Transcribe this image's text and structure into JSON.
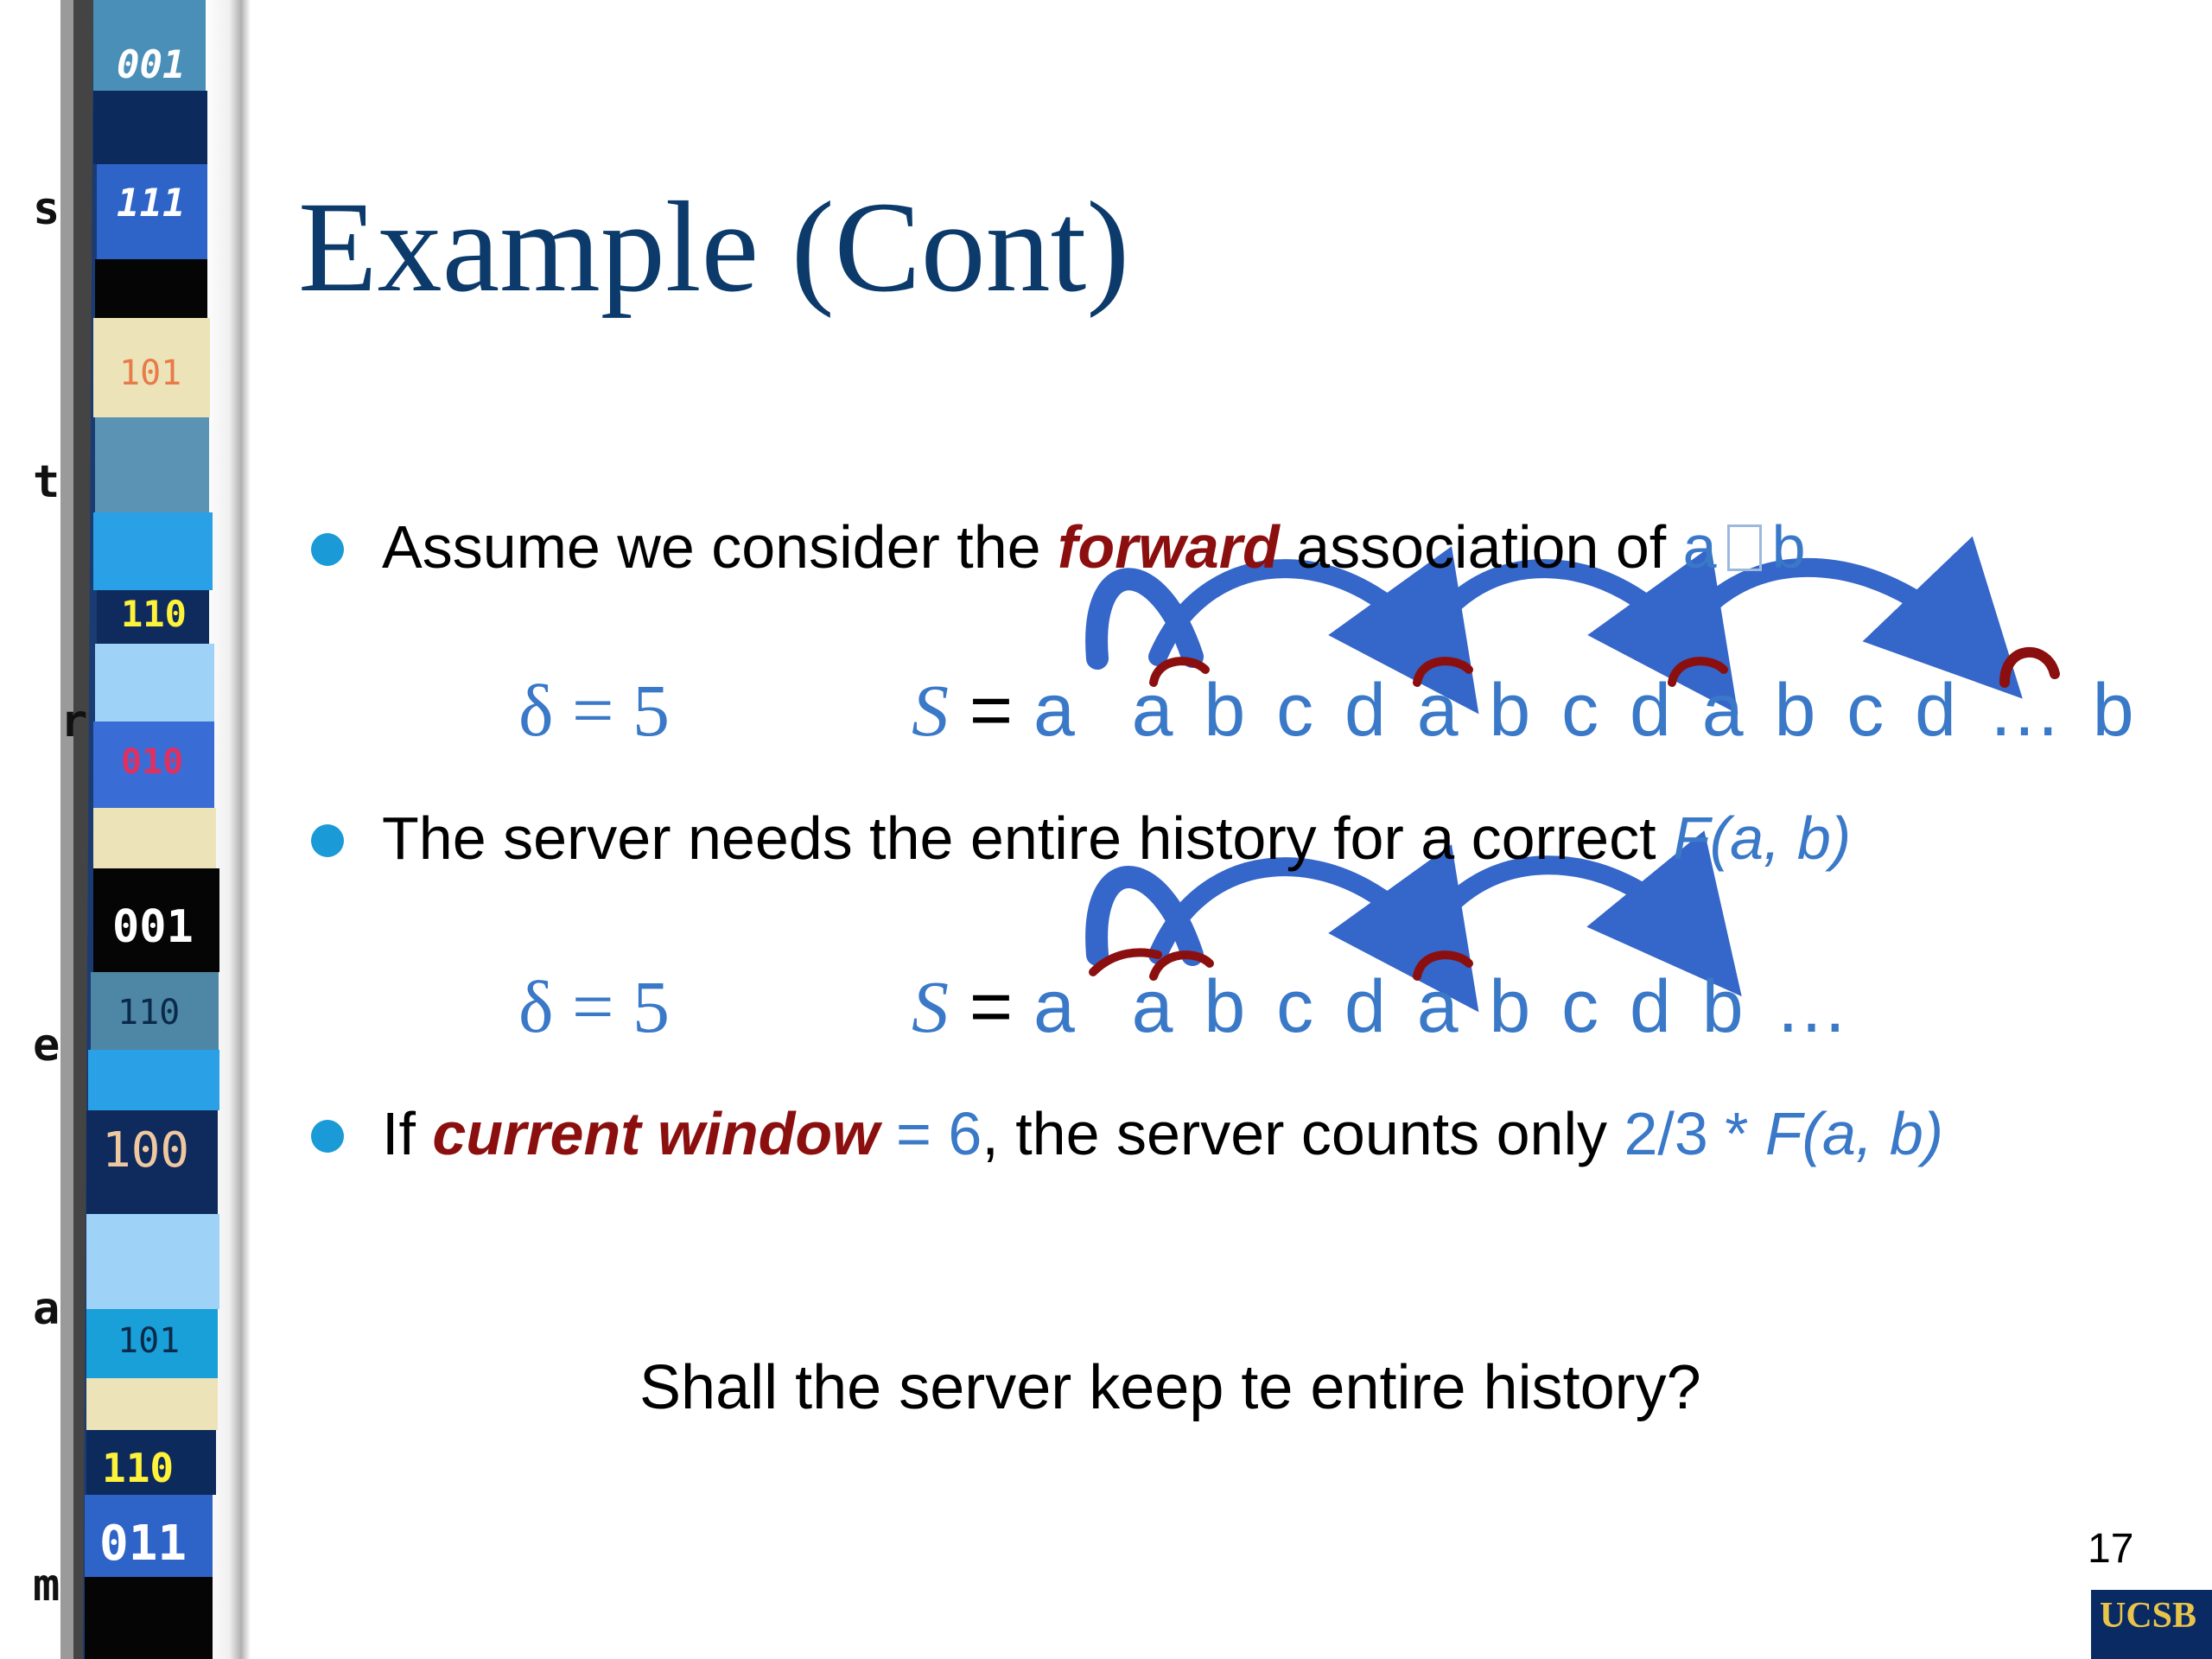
{
  "slide": {
    "title": "Example (Cont)",
    "number": "17",
    "logo_text": "UCSB"
  },
  "stream": {
    "letters": [
      "s",
      "t",
      "r",
      "e",
      "a",
      "m"
    ],
    "codes": [
      "001",
      "111",
      "101",
      "110",
      "010",
      "001",
      "110",
      "100",
      "101",
      "110",
      "011"
    ]
  },
  "bullets": [
    {
      "pre": "Assume we consider the ",
      "emph": "forward",
      "mid": " association of ",
      "a": "a",
      "b": "b"
    },
    {
      "pre": "The server needs the entire history for a correct ",
      "fab": "F(a, b)"
    },
    {
      "pre": "If ",
      "emph": "current window",
      "eq": " = 6",
      "mid": ", the server counts only ",
      "frac": "2/3 * ",
      "fab": "F(a, b)"
    }
  ],
  "sequences": [
    {
      "delta": "δ = 5",
      "s": "S",
      "eq": " = ",
      "body": "a  a b c d a b c d a b c d … b"
    },
    {
      "delta": "δ = 5",
      "s": "S",
      "eq": " = ",
      "body": "a  a b c d a b c d b …"
    }
  ],
  "question": "Shall the server keep te entire history?",
  "colors": {
    "title": "#0c3a6b",
    "accent_blue": "#3a78c8",
    "emphasis_red": "#8b0f0f",
    "bullet": "#1a9ad6"
  }
}
